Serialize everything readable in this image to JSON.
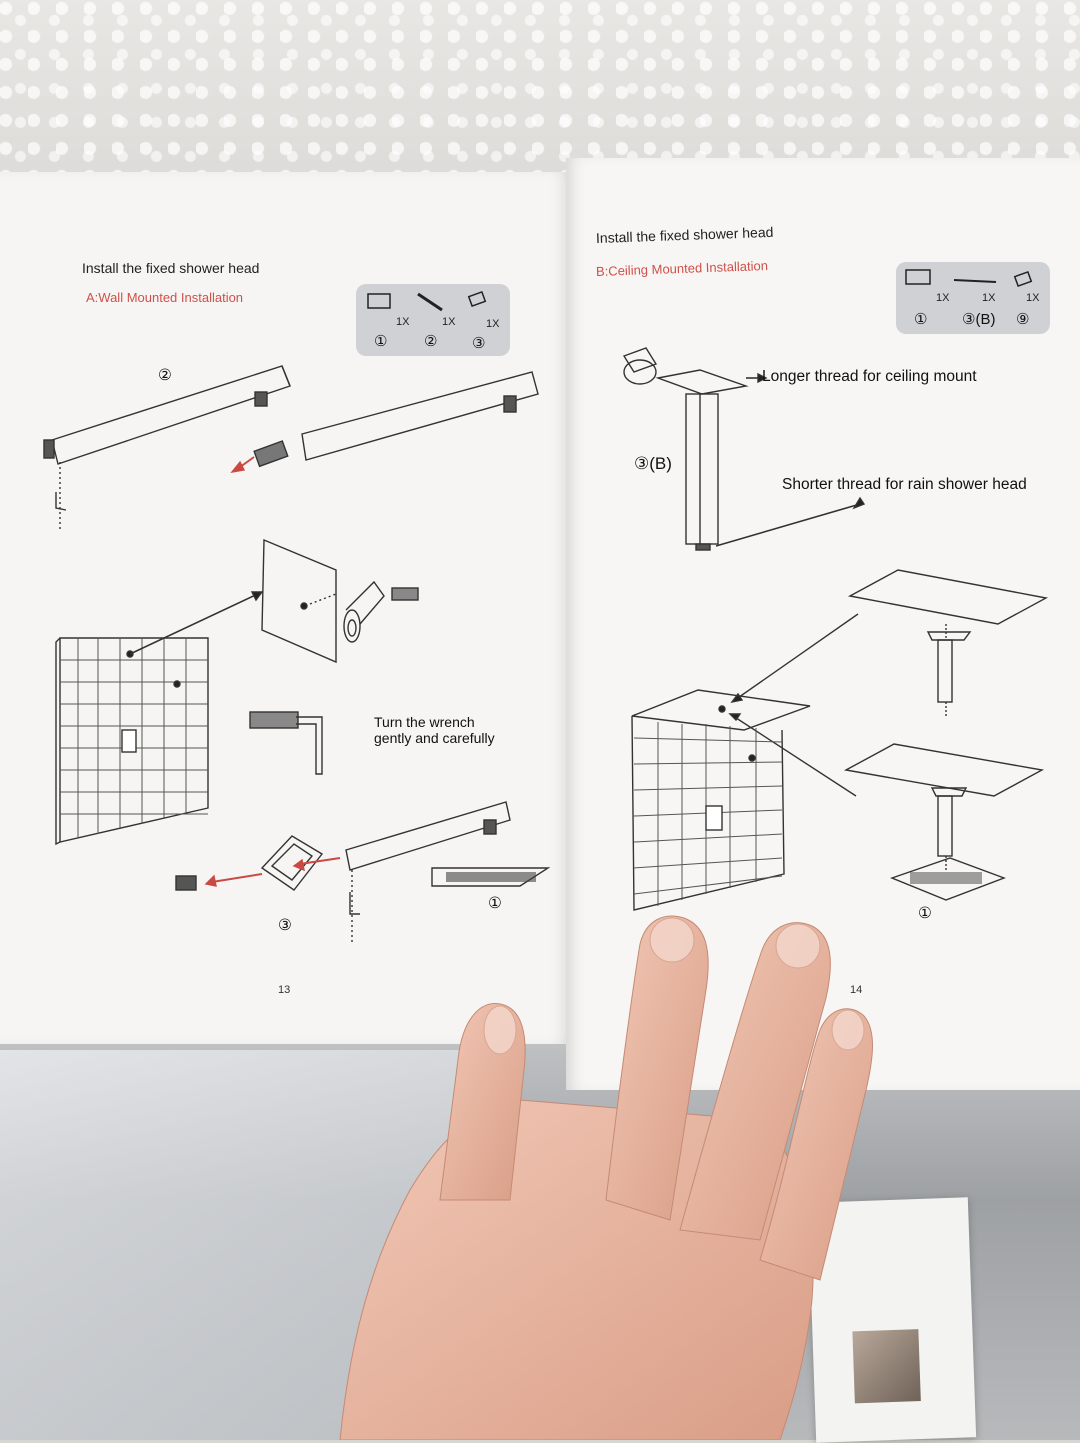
{
  "left_page": {
    "title": "Install the fixed shower head",
    "subtitle": "A:Wall Mounted Installation",
    "parts": {
      "quantities": [
        "1X",
        "1X",
        "1X"
      ],
      "numbers": [
        "①",
        "②",
        "③"
      ]
    },
    "label_arm": "②",
    "label_flange": "③",
    "label_head": "①",
    "wrench_note_line1": "Turn the wrench",
    "wrench_note_line2": "gently and carefully",
    "page_number": "13"
  },
  "right_page": {
    "title": "Install the fixed shower head",
    "subtitle": "B:Ceiling Mounted Installation",
    "parts": {
      "quantities": [
        "1X",
        "1X",
        "1X"
      ],
      "numbers": [
        "①",
        "③(B)",
        "⑨"
      ]
    },
    "label_arm": "③(B)",
    "callout_longer": "Longer thread for ceiling mount",
    "callout_shorter": "Shorter thread for rain shower head",
    "label_head": "①",
    "page_number": "14"
  },
  "colors": {
    "page": "#f6f5f3",
    "accent_red": "#d0504a",
    "parts_box": "#cfd1d5",
    "line": "#333333",
    "skin": "#e7b9a6"
  }
}
